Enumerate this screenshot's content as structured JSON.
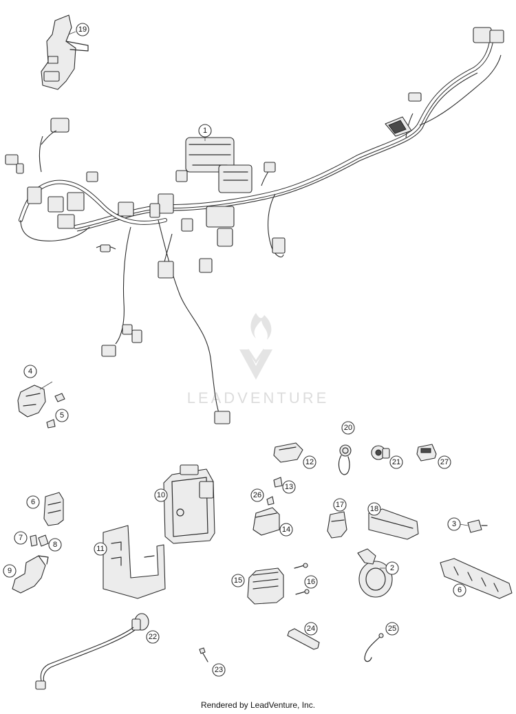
{
  "watermark": {
    "text": "LEADVENTURE"
  },
  "footer": {
    "credit": "Rendered by LeadVenture, Inc."
  },
  "callouts": {
    "c1": "1",
    "c2": "2",
    "c3": "3",
    "c4": "4",
    "c5": "5",
    "c6a": "6",
    "c6b": "6",
    "c7": "7",
    "c8": "8",
    "c9": "9",
    "c10": "10",
    "c11": "11",
    "c12": "12",
    "c13": "13",
    "c14": "14",
    "c15": "15",
    "c16": "16",
    "c17": "17",
    "c18": "18",
    "c19": "19",
    "c20": "20",
    "c21": "21",
    "c22": "22",
    "c23": "23",
    "c24": "24",
    "c25": "25",
    "c26": "26",
    "c27": "27"
  },
  "colors": {
    "line": "#2a2a2a",
    "watermark": "#dcdcdc",
    "background": "#ffffff"
  }
}
